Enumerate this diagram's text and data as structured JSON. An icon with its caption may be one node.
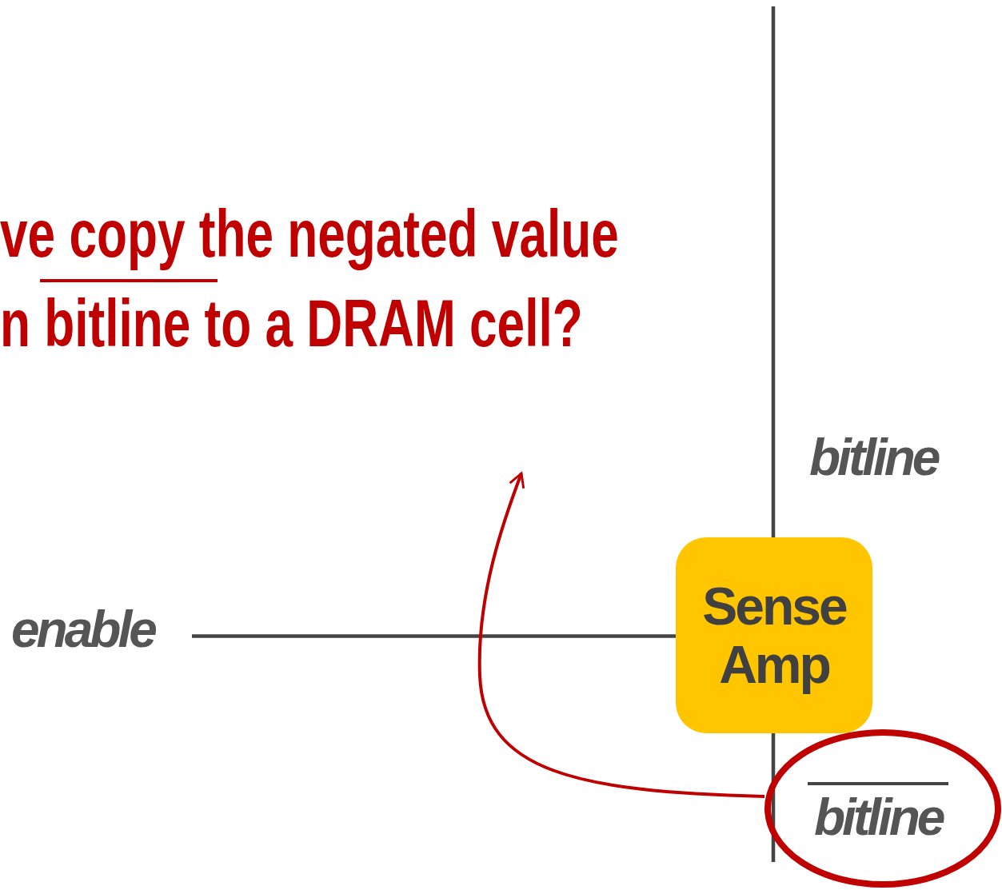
{
  "diagram": {
    "nodes": [
      {
        "text": [
          "Sense Amp"
        ]
      },
      {
        "text": [
          "enable"
        ]
      },
      {
        "text": [
          "bitline"
        ]
      }
    ],
    "edges": [
      {
        "from": null,
        "to": 0,
        "arrow": "none"
      },
      {
        "from": 1,
        "to": 0,
        "arrow": "none"
      },
      {
        "from": 0,
        "to": null,
        "arrow": "none"
      },
      {
        "from": 2,
        "to": null,
        "arrow": "to",
        "color": "#c00000"
      }
    ],
    "labels": [
      "ve copy the negated value",
      "n bitline to a DRAM cell?",
      "bitline"
    ]
  }
}
